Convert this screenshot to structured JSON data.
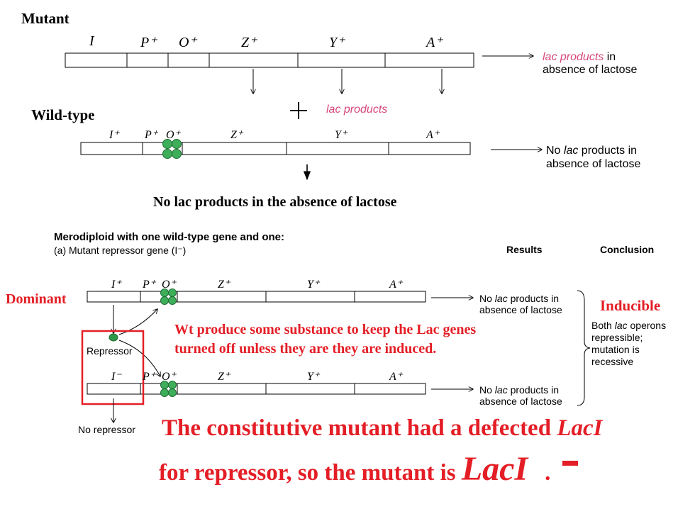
{
  "top": {
    "mutant_label": "Mutant",
    "wildtype_label": "Wild-type",
    "plus_sign": "+",
    "mutant_genes": [
      "I",
      "P⁺",
      "O⁺",
      "Z⁺",
      "Y⁺",
      "A⁺"
    ],
    "wildtype_genes": [
      "I⁺",
      "P⁺",
      "O⁺",
      "Z⁺",
      "Y⁺",
      "A⁺"
    ],
    "mutant_result_lac": "lac products",
    "mutant_result_in": " in",
    "mutant_result_line2": "absence of lactose",
    "lac_products_label": "lac products",
    "wildtype_result_no": "No ",
    "wildtype_result_lac": "lac",
    "wildtype_result_rest": " products in",
    "wildtype_result_line2": "absence of lactose",
    "no_lac_caption": "No lac products in the absence of lactose"
  },
  "bottom": {
    "heading": "Merodiploid with one wild-type gene and one:",
    "subheading": "(a) Mutant repressor gene (I⁻)",
    "col_results": "Results",
    "col_conclusion": "Conclusion",
    "genes_upper": [
      "I⁺",
      "P⁺",
      "O⁺",
      "Z⁺",
      "Y⁺",
      "A⁺"
    ],
    "genes_lower": [
      "I⁻",
      "P⁺",
      "O⁺",
      "Z⁺",
      "Y⁺",
      "A⁺"
    ],
    "result_no": "No ",
    "result_lac": "lac",
    "result_rest": " products in",
    "result_line2": "absence of lactose",
    "dominant": "Dominant",
    "inducible": "Inducible",
    "conclusion_line1_a": "Both ",
    "conclusion_line1_lac": "lac",
    "conclusion_line1_b": " operons",
    "conclusion_line2": "repressible;",
    "conclusion_line3": "mutation is",
    "conclusion_line4": "recessive",
    "repressor_label": "Repressor",
    "no_repressor_label": "No repressor",
    "note_line1": "Wt produce some substance to keep the Lac genes",
    "note_line2": "turned off unless they are they are induced.",
    "final_line1_a": "The constitutive mutant had a defected ",
    "final_line1_b": "LacI",
    "final_line2_a": "for repressor, so the mutant is ",
    "final_line2_b": "LacI",
    "final_line2_c": "."
  },
  "colors": {
    "red": "#e41e26",
    "pink": "#d6467c",
    "operator_green": "#3fae5a",
    "repressor_green": "#2e9a48"
  }
}
